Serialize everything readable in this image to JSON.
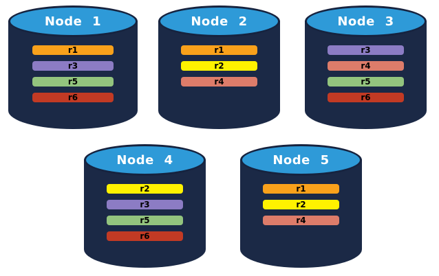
{
  "colors": {
    "background": "#FFFFFF",
    "cylinder_body": "#1B2946",
    "cylinder_top": "#2E9AD8",
    "cylinder_outline": "#16233F",
    "node_label_text": "#FFFFFF",
    "bar_label_text": "#000000"
  },
  "replica_colors": {
    "r1": "#F9A11B",
    "r2": "#FFF200",
    "r3": "#8C7CC4",
    "r4": "#DD7C6A",
    "r5": "#93C47E",
    "r6": "#C23A24"
  },
  "nodes": [
    {
      "label": "Node 1",
      "replicas": [
        "r1",
        "r3",
        "r5",
        "r6"
      ]
    },
    {
      "label": "Node 2",
      "replicas": [
        "r1",
        "r2",
        "r4"
      ]
    },
    {
      "label": "Node 3",
      "replicas": [
        "r3",
        "r4",
        "r5",
        "r6"
      ]
    },
    {
      "label": "Node 4",
      "replicas": [
        "r2",
        "r3",
        "r5",
        "r6"
      ]
    },
    {
      "label": "Node 5",
      "replicas": [
        "r1",
        "r2",
        "r4"
      ]
    }
  ]
}
